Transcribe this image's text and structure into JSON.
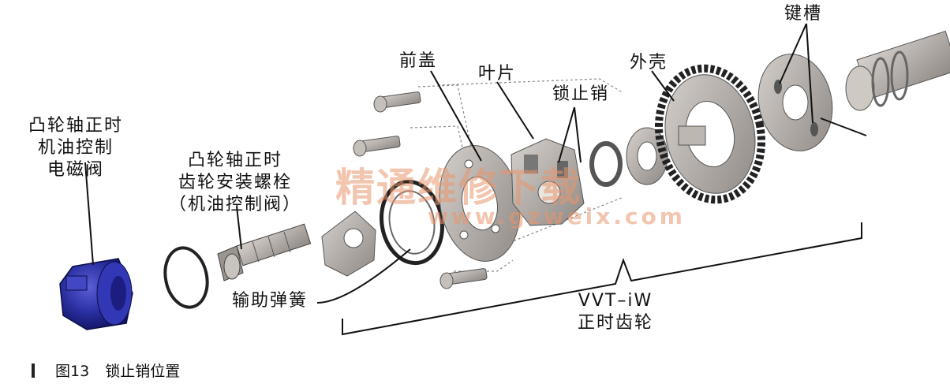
{
  "labels": {
    "solenoid": [
      "凸轮轴正时",
      "机油控制",
      "电磁阀"
    ],
    "bolt": [
      "凸轮轴正时",
      "齿轮安装螺栓",
      "（机油控制阀）"
    ],
    "front_cover": "前盖",
    "vane": "叶片",
    "lock_pin": "锁止销",
    "housing": "外壳",
    "keyway": "键槽",
    "assist_spring": "输助弹簧",
    "vvt_line1": "VVT–iW",
    "vvt_line2": "正时齿轮"
  },
  "watermark": {
    "cn": "精通维修下载",
    "url": "www.gzweix.com"
  },
  "caption": {
    "figure_number": "图13",
    "title": "锁止销位置"
  },
  "colors": {
    "solenoid_blue": "#2a2fa0",
    "part_gray": "#b8b2ad",
    "line": "#111111",
    "watermark": "#e8966e"
  }
}
